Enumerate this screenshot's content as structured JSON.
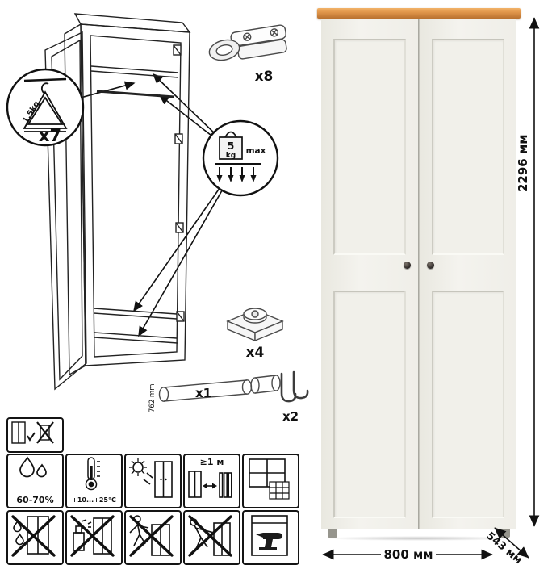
{
  "diagram": {
    "hanger": {
      "count": "x7",
      "load_label": "1.5kg"
    },
    "max_load": {
      "value": "5",
      "unit": "kg",
      "note": "max"
    },
    "hinge": {
      "count": "x8"
    },
    "foot": {
      "count": "x4"
    },
    "rod": {
      "count": "x1",
      "length_label": "762 mm"
    },
    "hooks": {
      "count": "x2"
    }
  },
  "dimensions": {
    "height": "2296 мм",
    "width": "800 мм",
    "depth": "543 мм"
  },
  "care": {
    "humidity": "60-70%",
    "temperature": "+10...+25°С",
    "distance": "≥1 м"
  },
  "colors": {
    "wood_accent": "#d98f45",
    "door_body": "#f2f1ec",
    "line_art": "#141414"
  }
}
